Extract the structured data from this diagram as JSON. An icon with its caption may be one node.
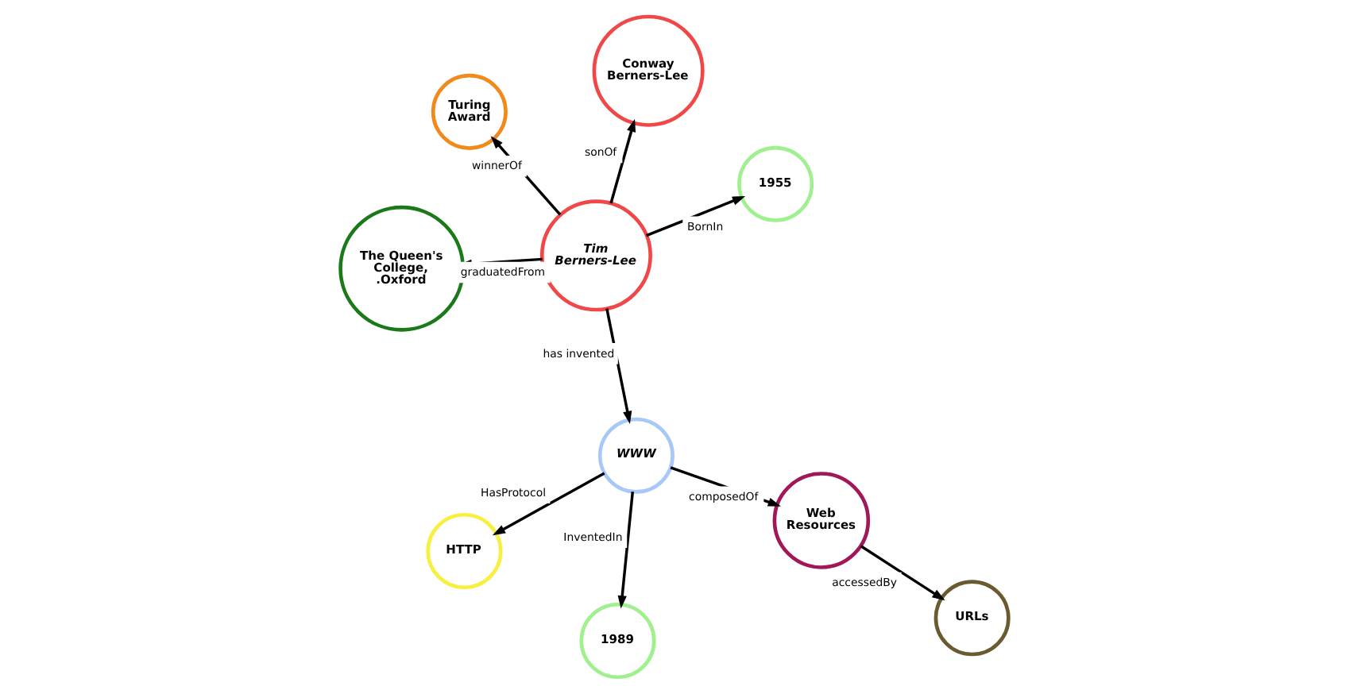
{
  "diagram": {
    "nodes": [
      {
        "text": [
          "Tim Berners-Lee"
        ]
      },
      {
        "text": [
          "1955"
        ]
      },
      {
        "text": [
          "The Queen's College, .Oxford"
        ]
      },
      {
        "text": [
          "Turing Award"
        ]
      },
      {
        "text": [
          "Conway Berners-Lee"
        ]
      },
      {
        "text": [
          "WWW"
        ]
      },
      {
        "text": [
          "HTTP"
        ]
      },
      {
        "text": [
          "Web Resources"
        ]
      },
      {
        "text": [
          "URLs"
        ]
      },
      {
        "text": [
          "1989"
        ]
      }
    ],
    "edges": [
      {
        "from": 0,
        "to": 1,
        "arrow": "to",
        "label": "BornIn"
      },
      {
        "from": 0,
        "to": 2,
        "arrow": "to",
        "label": "graduatedFrom"
      },
      {
        "from": 0,
        "to": 3,
        "arrow": "to",
        "label": "winnerOf"
      },
      {
        "from": 0,
        "to": 4,
        "arrow": "to",
        "label": "sonOf"
      },
      {
        "from": 0,
        "to": 5,
        "arrow": "to",
        "label": "has invented"
      },
      {
        "from": 5,
        "to": 6,
        "arrow": "to",
        "label": "HasProtocol"
      },
      {
        "from": 5,
        "to": 7,
        "arrow": "to",
        "label": "composedOf"
      },
      {
        "from": 7,
        "to": 8,
        "arrow": "to",
        "label": "accessedBy"
      },
      {
        "from": 5,
        "to": 9,
        "arrow": "to",
        "label": "InventedIn"
      }
    ]
  }
}
